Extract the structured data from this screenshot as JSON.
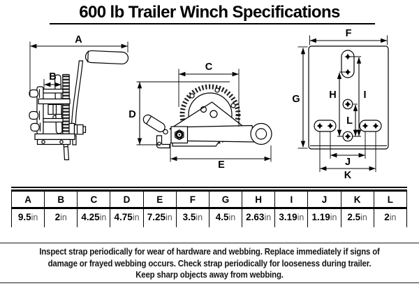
{
  "title": "600 lb Trailer Winch Specifications",
  "diagrams": {
    "side_view": {
      "labels": {
        "a": "A",
        "b": "B"
      }
    },
    "front_view": {
      "labels": {
        "c": "C",
        "d": "D",
        "e": "E"
      }
    },
    "plate_view": {
      "labels": {
        "f": "F",
        "g": "G",
        "h": "H",
        "i": "I",
        "j": "J",
        "k": "K",
        "l": "L"
      }
    }
  },
  "spec_table": {
    "columns": [
      "A",
      "B",
      "C",
      "D",
      "E",
      "F",
      "G",
      "H",
      "I",
      "J",
      "K",
      "L"
    ],
    "values": [
      "9.5",
      "2",
      "4.25",
      "4.75",
      "7.25",
      "3.5",
      "4.5",
      "2.63",
      "3.19",
      "1.19",
      "2.5",
      "2"
    ],
    "unit": "in"
  },
  "warning": {
    "line1": "Inspect strap periodically for wear of hardware and webbing. Replace immediately if signs of",
    "line2": "damage or frayed webbing occurs. Check strap periodically for looseness during trailer.",
    "line3": "Keep sharp objects away from webbing."
  }
}
